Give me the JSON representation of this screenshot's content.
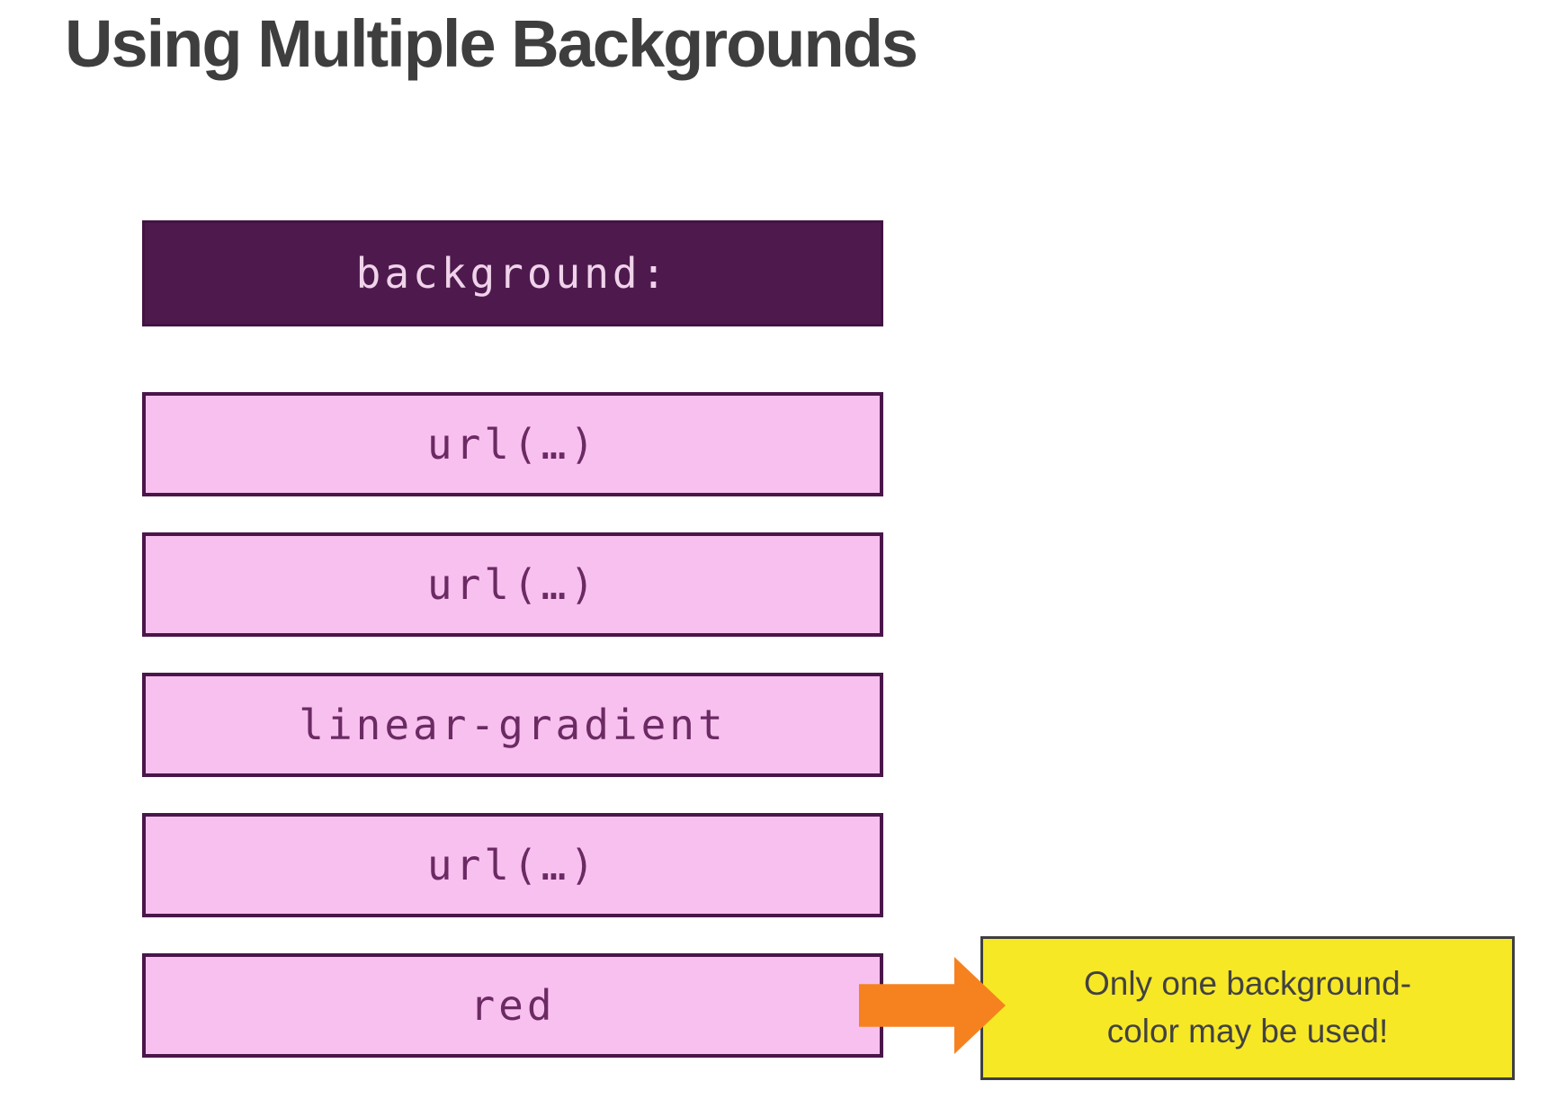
{
  "title": "Using Multiple Backgrounds",
  "diagram": {
    "property_box": {
      "label": "background:"
    },
    "value_boxes": [
      {
        "label": "url(…)"
      },
      {
        "label": "url(…)"
      },
      {
        "label": "linear-gradient"
      },
      {
        "label": "url(…)"
      },
      {
        "label": "red"
      }
    ]
  },
  "callout": {
    "line1": "Only one background-",
    "line2": "color may be used!"
  },
  "icons": {
    "arrow": "right-arrow"
  },
  "colors": {
    "title_color": "#3e3e3e",
    "purple_dark": "#4e1a4e",
    "pink_fill": "#f8c0ee",
    "pink_border": "#4a164a",
    "text_on_purple": "#f0d3ea",
    "text_on_pink": "#6b2a63",
    "arrow_orange": "#f6821f",
    "callout_yellow": "#f7e826",
    "callout_border": "#3f3f3f",
    "callout_text": "#424242",
    "page_bg": "#ffffff"
  }
}
